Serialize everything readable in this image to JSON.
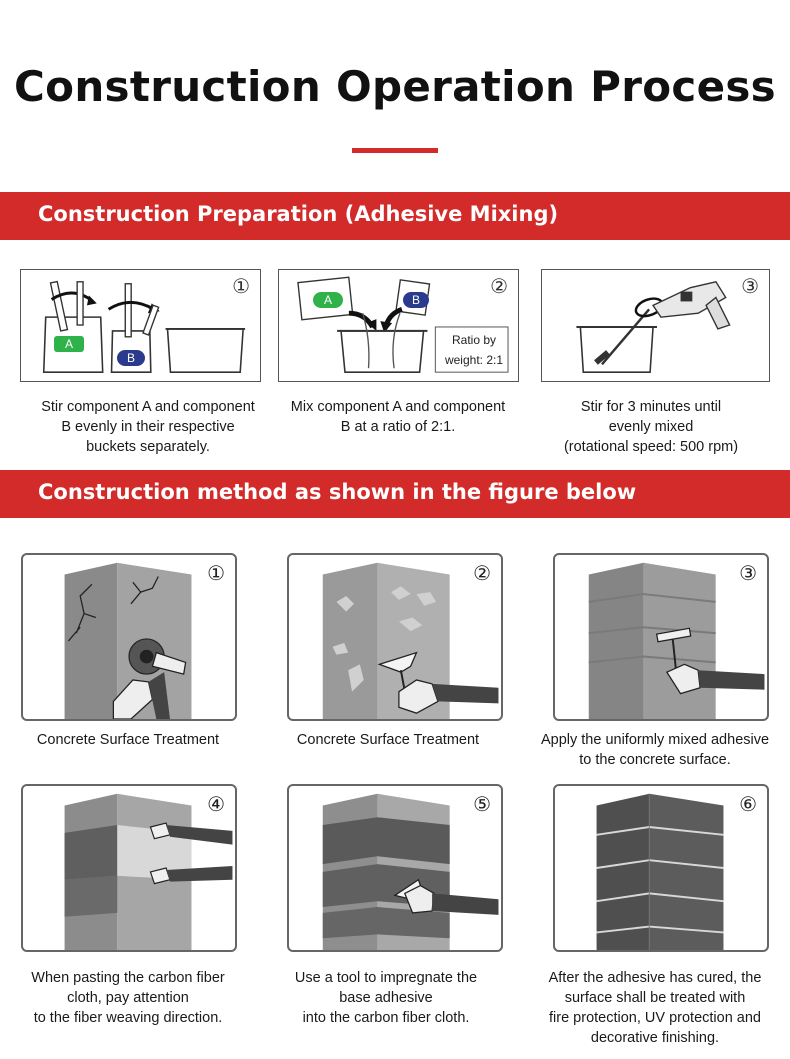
{
  "title": "Construction Operation Process",
  "sections": [
    {
      "heading": "Construction Preparation (Adhesive Mixing)"
    },
    {
      "heading": "Construction method as shown in the figure below"
    }
  ],
  "colors": {
    "accent": "#d32a2a",
    "component_a": "#2fb24a",
    "component_b": "#2a3a8c"
  },
  "prep_steps": [
    {
      "number": "①",
      "label_a": "A",
      "label_b": "B",
      "caption": [
        "Stir component A and component",
        "B evenly in their respective",
        "buckets separately."
      ]
    },
    {
      "number": "②",
      "label_a": "A",
      "label_b": "B",
      "ratio": [
        "Ratio by",
        "weight: 2:1"
      ],
      "caption": [
        "Mix component A and component",
        "B at a ratio of 2:1."
      ]
    },
    {
      "number": "③",
      "caption": [
        "Stir for 3 minutes until",
        "evenly mixed",
        "(rotational speed: 500 rpm)"
      ]
    }
  ],
  "method_steps": [
    {
      "number": "①",
      "caption": [
        "Concrete Surface Treatment"
      ]
    },
    {
      "number": "②",
      "caption": [
        "Concrete Surface Treatment"
      ]
    },
    {
      "number": "③",
      "caption": [
        "Apply the uniformly mixed adhesive",
        "to the concrete surface."
      ]
    },
    {
      "number": "④",
      "caption": [
        "When pasting the carbon fiber",
        "cloth, pay attention",
        "to the fiber weaving direction."
      ]
    },
    {
      "number": "⑤",
      "caption": [
        "Use a tool to impregnate the",
        "base adhesive",
        "into the carbon fiber cloth."
      ]
    },
    {
      "number": "⑥",
      "caption": [
        "After the adhesive has cured, the",
        "surface shall be treated with",
        "fire protection, UV protection and",
        "decorative finishing."
      ]
    }
  ]
}
